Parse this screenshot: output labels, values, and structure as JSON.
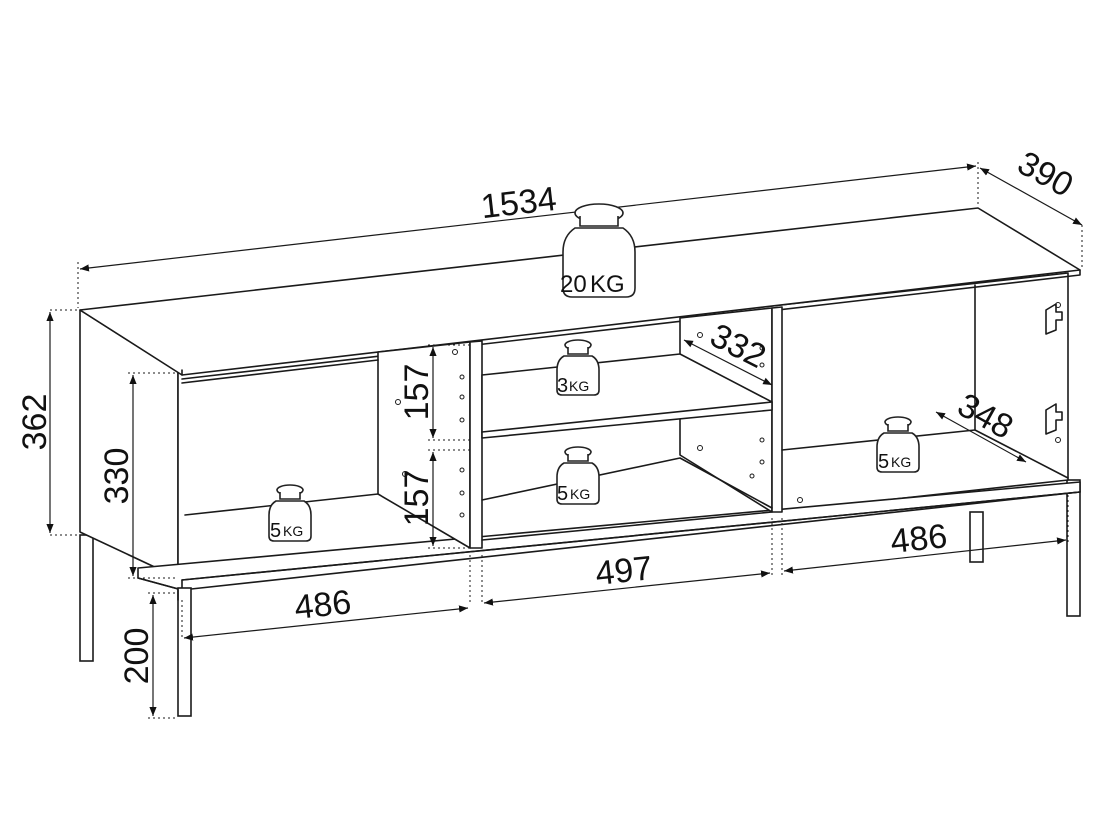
{
  "dimensions": {
    "total_width": "1534",
    "depth": "390",
    "total_height": "362",
    "cabinet_height": "330",
    "leg_height": "200",
    "left_width": "486",
    "middle_width": "497",
    "right_width": "486",
    "upper_shelf_height": "157",
    "lower_shelf_height": "157",
    "shelf_depth": "332",
    "right_depth": "348"
  },
  "weights": {
    "top": "20",
    "middle_upper": "3",
    "middle_lower": "5",
    "left": "5",
    "right": "5",
    "unit": "KG"
  }
}
